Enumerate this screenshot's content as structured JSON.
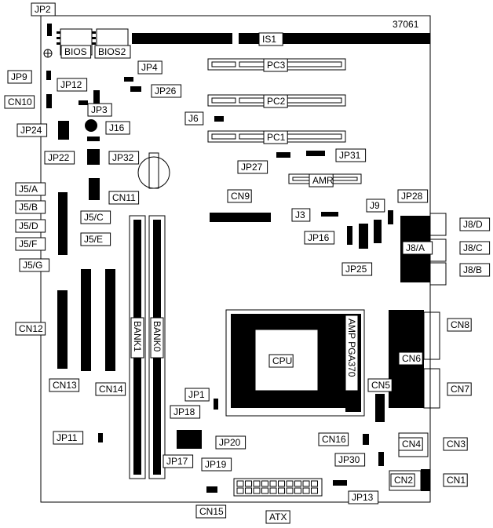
{
  "diagram": {
    "board_id": "37061",
    "labels": {
      "jp2": "JP2",
      "bios": "BIOS",
      "bios2": "BIOS2",
      "is1": "IS1",
      "jp9": "JP9",
      "jp4": "JP4",
      "pc3": "PC3",
      "cn10": "CN10",
      "jp12": "JP12",
      "jp26": "JP26",
      "jp3": "JP3",
      "pc2": "PC2",
      "j6": "J6",
      "jp24": "JP24",
      "j16": "J16",
      "pc1": "PC1",
      "jp22": "JP22",
      "jp32": "JP32",
      "jp27": "JP27",
      "jp31": "JP31",
      "j5a": "J5/A",
      "cn11": "CN11",
      "amr": "AMR",
      "j5b": "J5/B",
      "j5c": "J5/C",
      "cn9": "CN9",
      "jp28": "JP28",
      "j5d": "J5/D",
      "j3": "J3",
      "j9": "J9",
      "j8d": "J8/D",
      "j5f": "J5/F",
      "j5e": "J5/E",
      "jp16": "JP16",
      "j8a": "J8/A",
      "j8c": "J8/C",
      "j5g": "J5/G",
      "jp25": "JP25",
      "j8b": "J8/B",
      "cn8": "CN8",
      "cn12": "CN12",
      "cpu": "CPU",
      "cn6": "CN6",
      "socket": "AMP PGA370",
      "cn13": "CN13",
      "cn14": "CN14",
      "cn5": "CN5",
      "cn7": "CN7",
      "jp1": "JP1",
      "jp18": "JP18",
      "jp11": "JP11",
      "jp20": "JP20",
      "cn16": "CN16",
      "cn4": "CN4",
      "cn3": "CN3",
      "jp17": "JP17",
      "jp19": "JP19",
      "jp30": "JP30",
      "cn2": "CN2",
      "cn1": "CN1",
      "jp13": "JP13",
      "cn15": "CN15",
      "atx": "ATX",
      "bank1": "BANK1",
      "bank0": "BANK0"
    }
  }
}
